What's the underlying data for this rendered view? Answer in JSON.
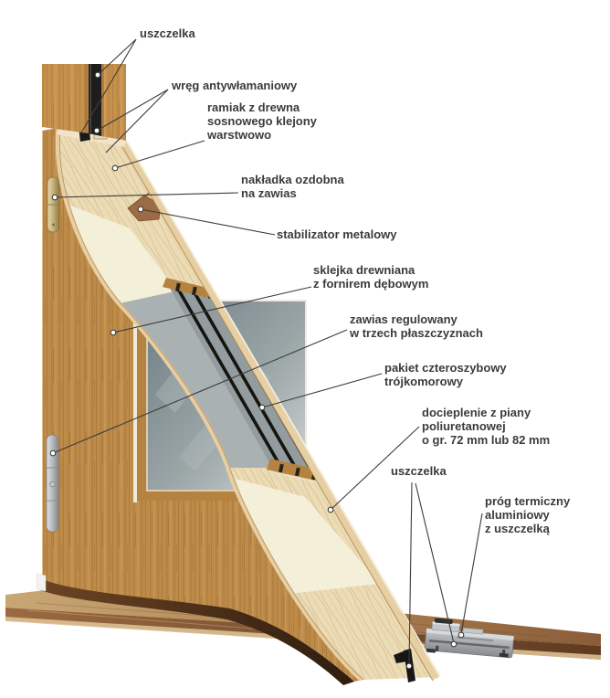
{
  "diagram": {
    "type": "door-cross-section-cutaway",
    "language": "pl",
    "labels": [
      {
        "id": "uszczelka-top",
        "text": "uszczelka"
      },
      {
        "id": "wreg",
        "text": "wręg antywłamaniowy"
      },
      {
        "id": "ramiak",
        "text": "ramiak z drewna\nsosnowego klejony\nwarstwowo"
      },
      {
        "id": "nakladka",
        "text": "nakładka ozdobna\nna zawias"
      },
      {
        "id": "stabilizator",
        "text": "stabilizator metalowy"
      },
      {
        "id": "sklejka",
        "text": "sklejka drewniana\nz fornirem dębowym"
      },
      {
        "id": "zawias",
        "text": "zawias regulowany\nw trzech płaszczyznach"
      },
      {
        "id": "pakiet",
        "text": "pakiet czteroszybowy\ntrójkomorowy"
      },
      {
        "id": "docieplenie",
        "text": "docieplenie z piany\npoliuretanowej\no gr. 72 mm lub 82 mm"
      },
      {
        "id": "uszczelka-bottom",
        "text": "uszczelka"
      },
      {
        "id": "prog",
        "text": "próg termiczny\naluminiowy\nz uszczelką"
      }
    ],
    "colors": {
      "label_text": "#3b3b3b",
      "leader_line": "#3c3c3c",
      "oak_veneer": "#c6914d",
      "oak_dark": "#a87a3e",
      "pine_section": "#ecdcb6",
      "foam": "#f4efd9",
      "seal_black": "#1d1d1d",
      "glass": "#8e979b",
      "brass_hinge_cover": "#c3ae78",
      "steel_hinge": "#b6babd",
      "base_plywood": "#8b5e3b",
      "aluminum_threshold": "#a8acae",
      "background": "#ffffff"
    }
  }
}
